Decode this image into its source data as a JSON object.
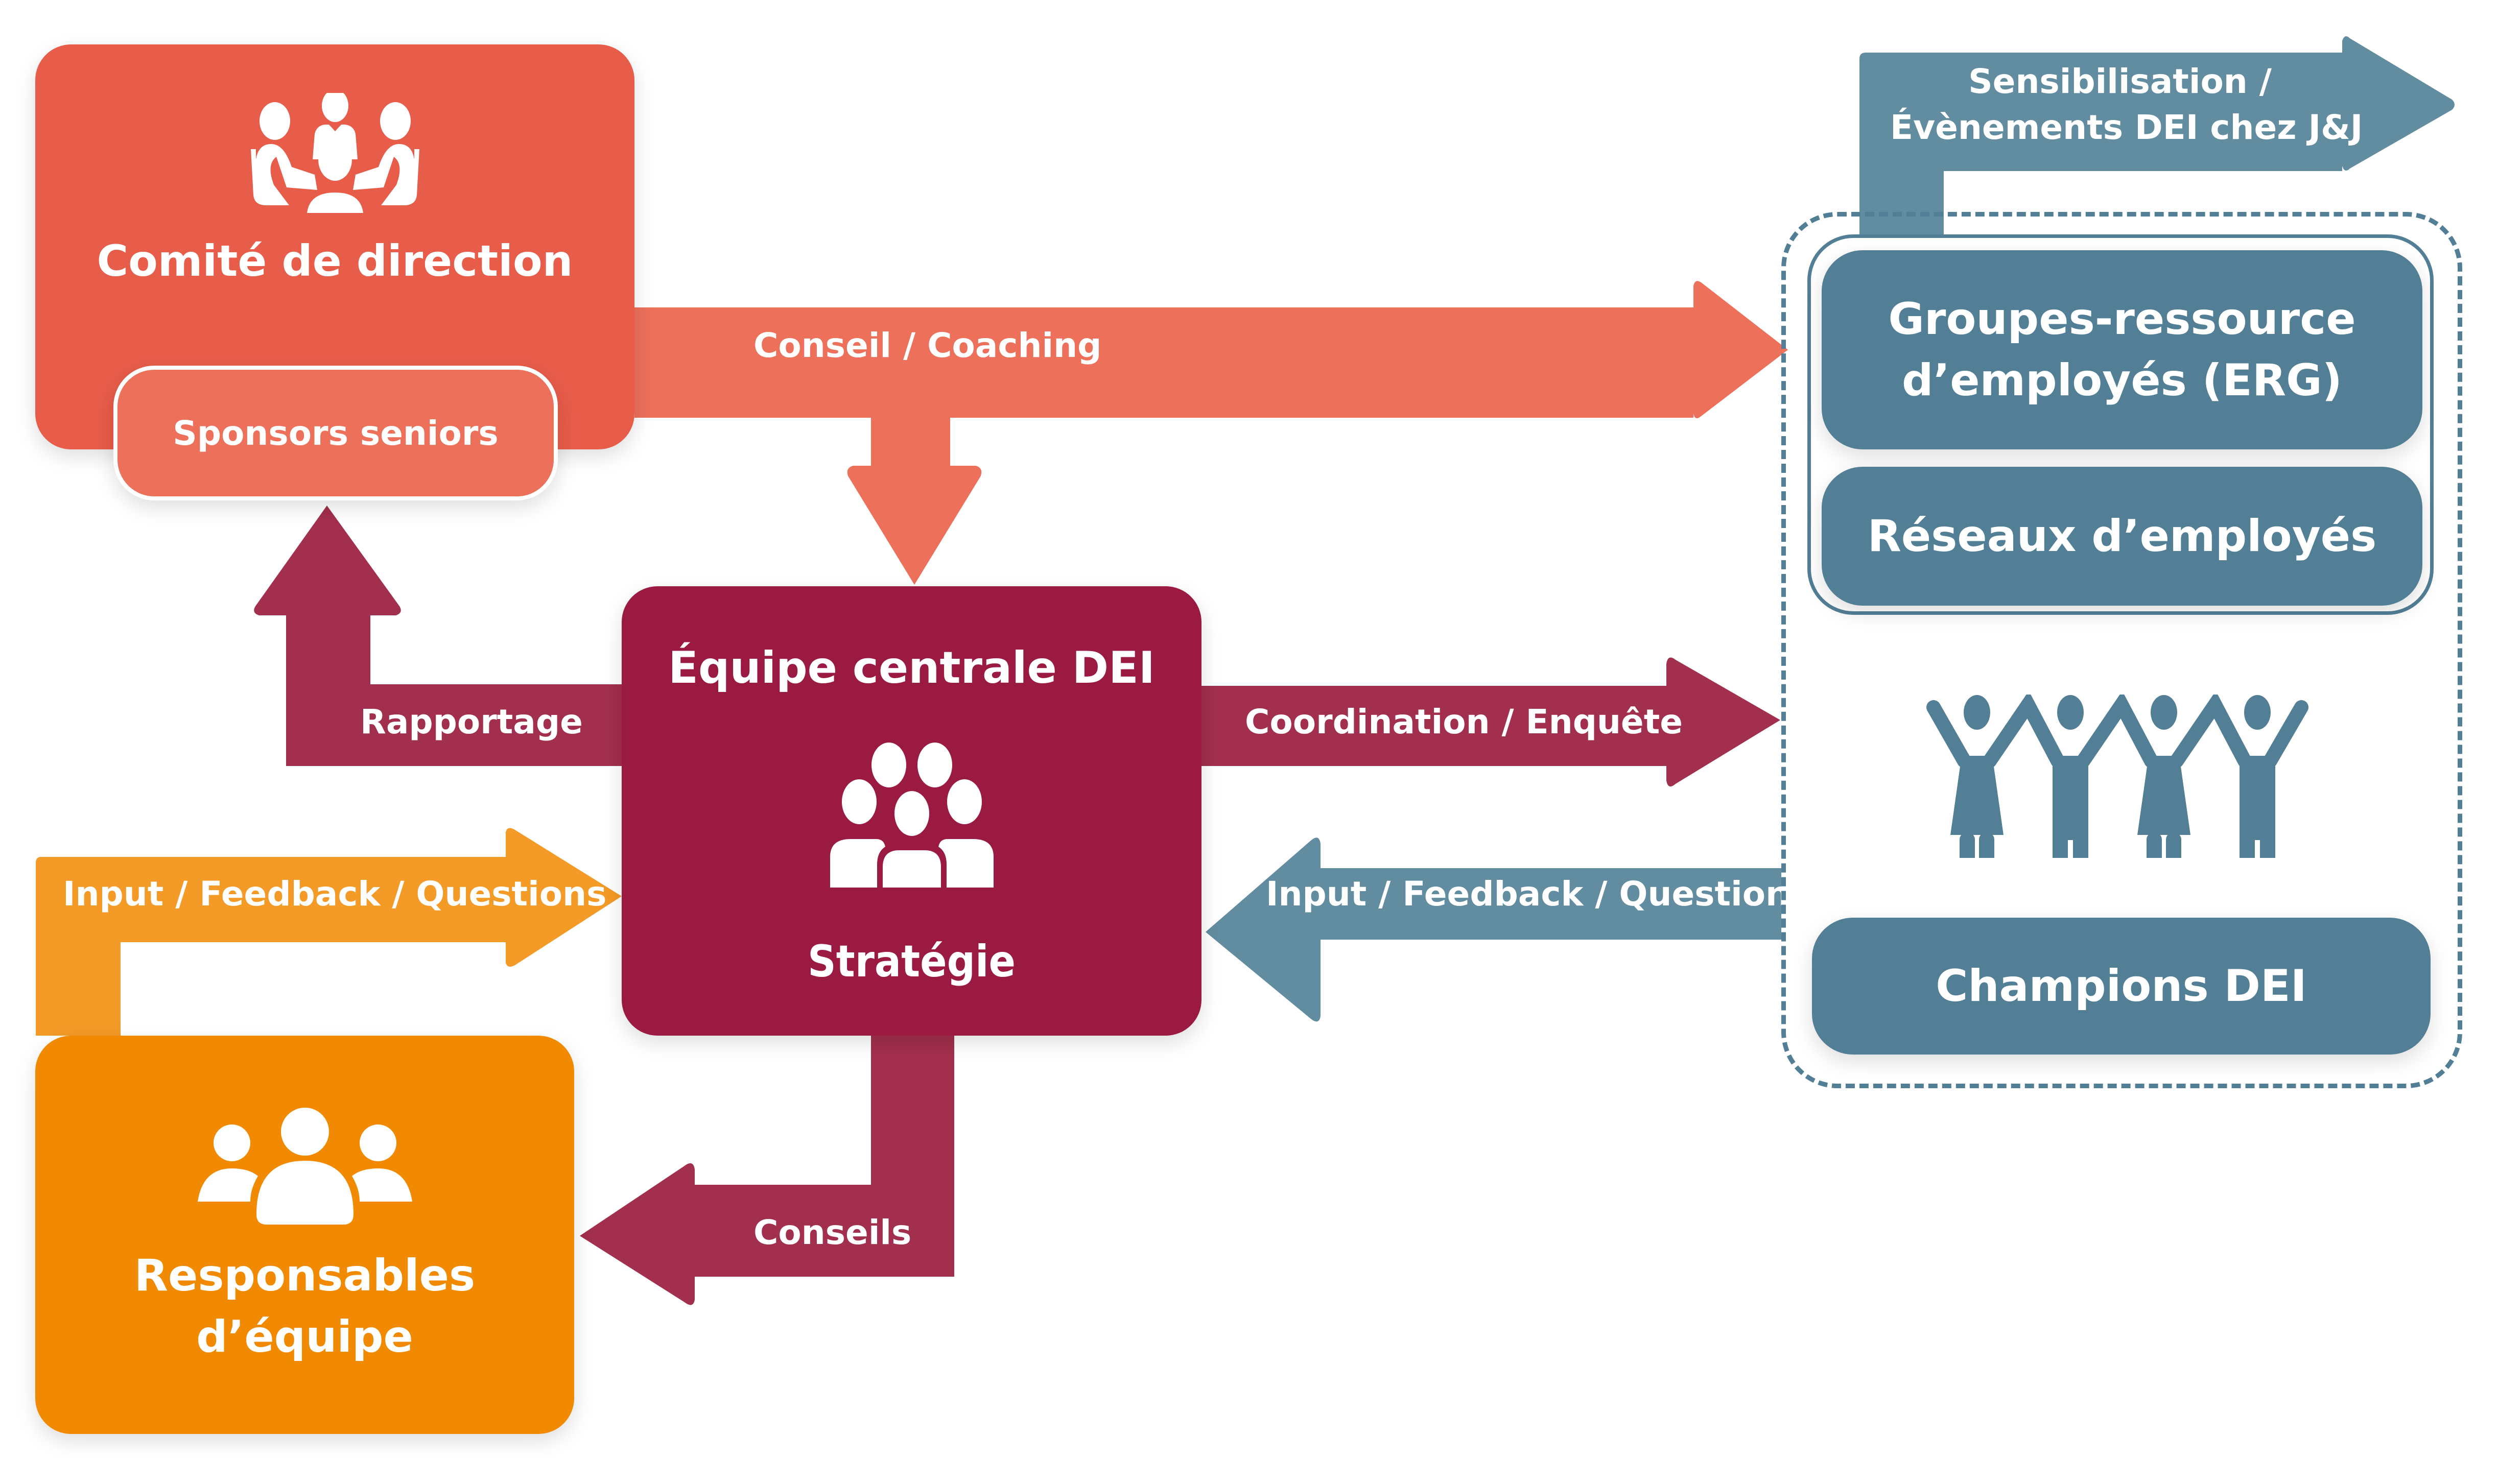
{
  "nodes": {
    "comite": {
      "title": "Comité de direction",
      "icon": "meeting-icon",
      "color": "#e85c4a"
    },
    "sponsors": {
      "title": "Sponsors seniors",
      "color": "#ed705b"
    },
    "equipe": {
      "title": "Équipe centrale DEI",
      "subtitle": "Stratégie",
      "icon": "group-icon",
      "color": "#9b1a41"
    },
    "responsables": {
      "title_line1": "Responsables",
      "title_line2": "d’équipe",
      "icon": "team-icon",
      "color": "#f18a00"
    },
    "erg": {
      "title_line1": "Groupes-ressource",
      "title_line2": "d’employés (ERG)",
      "color": "#527f96"
    },
    "reseaux": {
      "title": "Réseaux d’employés",
      "color": "#527f96"
    },
    "champions": {
      "title": "Champions DEI",
      "icon": "people-holding-hands-icon",
      "color": "#527f96"
    }
  },
  "arrows": {
    "conseil_coaching": {
      "label": "Conseil / Coaching",
      "color": "#ed705b"
    },
    "rapportage": {
      "label": "Rapportage",
      "color": "#a22f4d"
    },
    "coordination": {
      "label": "Coordination / Enquête",
      "color": "#a22f4d"
    },
    "input_left": {
      "label": "Input / Feedback / Questions",
      "color": "#f39a27"
    },
    "input_right": {
      "label": "Input / Feedback / Questions",
      "color": "#628ca0"
    },
    "conseils": {
      "label": "Conseils",
      "color": "#a22f4d"
    },
    "sensibilisation": {
      "label_line1": "Sensibilisation /",
      "label_line2": "Évènements DEI chez J&J",
      "color": "#628ca0"
    }
  }
}
